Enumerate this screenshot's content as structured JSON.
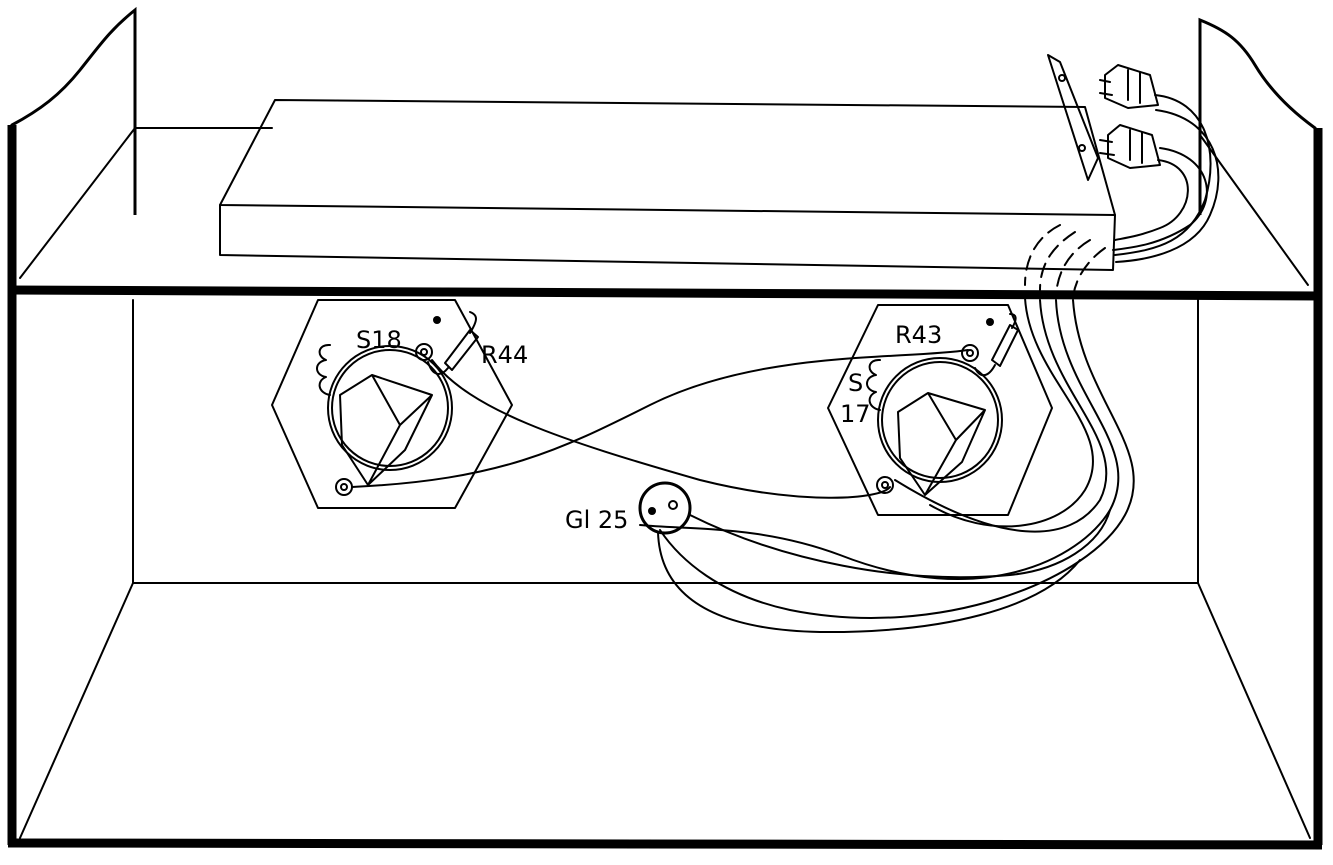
{
  "labels": {
    "s18": "S18",
    "r44": "R44",
    "r43": "R43",
    "s17_top": "S",
    "s17_bottom": "17",
    "gl25": "Gl 25"
  },
  "colors": {
    "ink": "#000000",
    "paper": "#ffffff"
  }
}
